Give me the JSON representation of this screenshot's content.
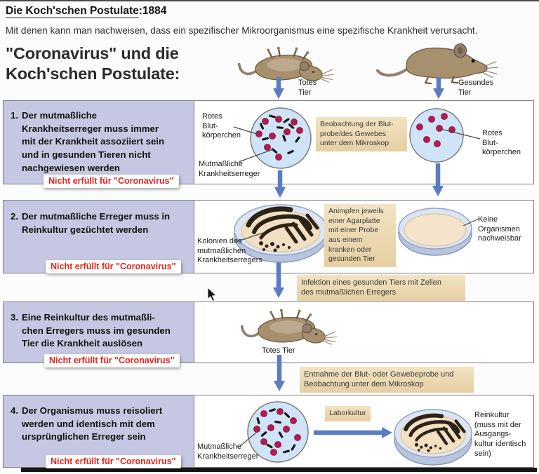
{
  "header": {
    "title": "Die Koch'schen Postulate",
    "year": ":1884",
    "subtitle": "Mit denen kann man nachweisen, dass ein spezifischer Mikroorganismus eine spezifische Krankheit verursacht.",
    "heading": "\"Coronavirus\" und die\nKoch'schen Postulate:"
  },
  "top_labels": {
    "dead_mouse": "Totes\nTier",
    "healthy_mouse": "Gesundes\nTier"
  },
  "postulates": [
    {
      "number": "1.",
      "text": "Der mutmaßliche\nKrankheitserreger muss immer\nmit der Krankheit assoziiert sein\nund in gesunden Tieren nicht\nnachgewiesen werden",
      "verdict": "Nicht erfüllt für \"Coronavirus\""
    },
    {
      "number": "2.",
      "text": "Der mutmaßliche Erreger muss in\nReinkultur gezüchtet werden",
      "verdict": "Nicht erfüllt für \"Coronavirus\""
    },
    {
      "number": "3.",
      "text": "Eine Reinkultur des mutmaßli-\nchen Erregers muss im gesunden\nTier die Krankheit auslösen",
      "verdict": "Nicht erfüllt für \"Coronavirus\""
    },
    {
      "number": "4.",
      "text": "Der Organismus muss reisoliert\nwerden und identisch mit dem\nursprünglichen Erreger sein",
      "verdict": "Nicht erfüllt für \"Coronavirus\""
    }
  ],
  "diagram": {
    "row1": {
      "label_rbc_left": "Rotes\nBlut-\nkörperchen",
      "label_pathogen": "Mutmaßliche\nKrankheitserreger",
      "note": "Beobachtung der Blut-\nprobe/des Gewebes\nunter dem Mikroskop",
      "label_rbc_right": "Rotes\nBlut-\nkörperchen"
    },
    "row2": {
      "label_colonies": "Kolonien des\nmutmaßlichen\nKrankheitserregers",
      "note": "Animpfen jeweils\neiner Agarplatte\nmit einer Probe\naus einem\nkranken oder\ngesunden Tier",
      "label_no_organisms": "Keine\nOrganismen\nnachweisbar"
    },
    "between_2_3_note": "Infektion eines gesunden Tiers mit Zellen\ndes mutmaßlichen Erregers",
    "row3": {
      "label_dead": "Totes Tier"
    },
    "between_3_4_note": "Entnahme der Blut- oder Gewebeprobe und\nBeobachtung unter dem Mikroskop",
    "row4": {
      "label_pathogen": "Mutmaßliche\nKrankheitserreger",
      "note_labculture": "Laborkultur",
      "label_pure_culture": "Reinkultur\n(muss mit der\nAusgangs-\nkultur identisch\nsein)"
    }
  },
  "colors": {
    "postulate_box": "#c6c8e3",
    "note_box": "#ecd9b3",
    "verdict_red": "#e8251c",
    "arrow_blue": "#5a7cc2",
    "microscope_circle": "#cfe4f6",
    "red_blood_cell": "#b51a4e",
    "agar": "#f2dfc4",
    "dish_rim": "#d7e0f0"
  }
}
